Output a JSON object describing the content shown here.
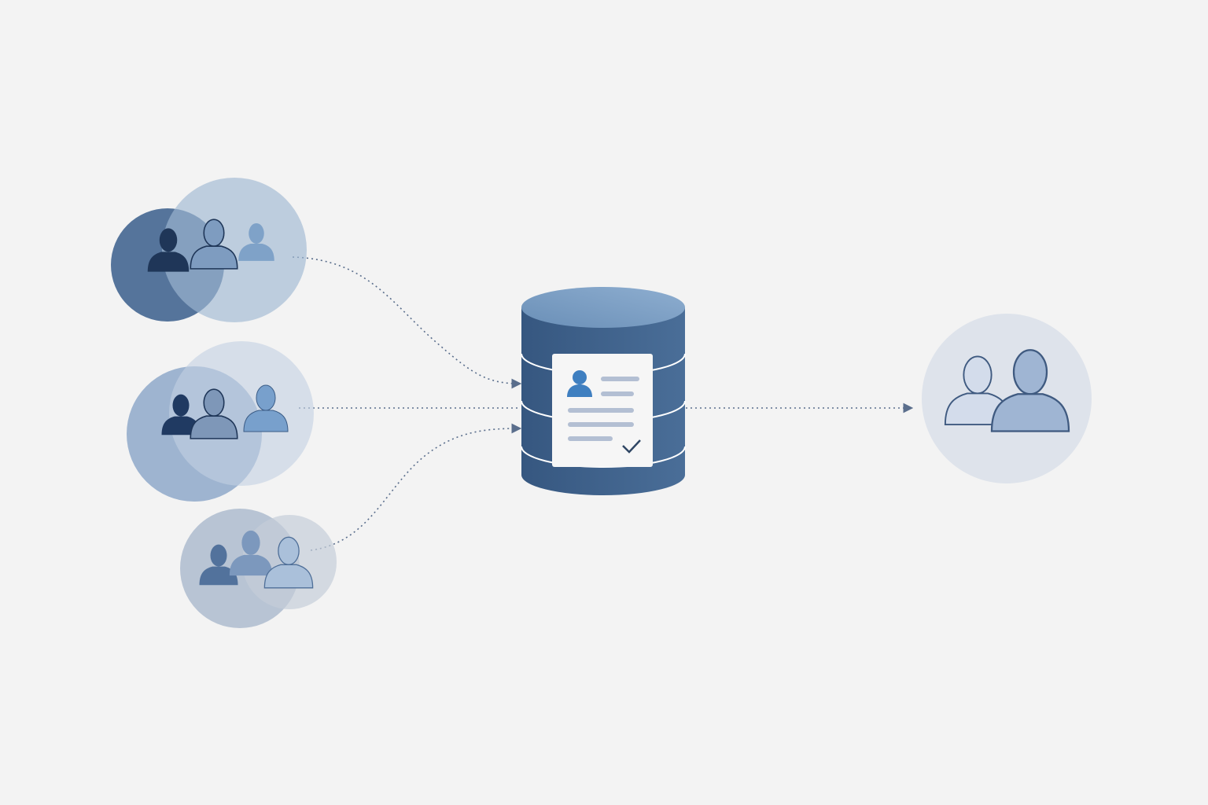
{
  "colors": {
    "background": "#f3f3f3",
    "database": "#3d5f88",
    "database_top": "#7c9fc3",
    "connector": "#5a6e8c",
    "card": "#f7f7f7",
    "card_line": "#b3bfd3",
    "avatar_accent": "#3f7fc0",
    "check": "#2f4664"
  },
  "diagram": {
    "sources": [
      {
        "icon": "user-group-icon",
        "people": 3
      },
      {
        "icon": "user-group-icon",
        "people": 3
      },
      {
        "icon": "user-group-icon",
        "people": 3
      }
    ],
    "hub": {
      "icon": "database-icon",
      "card_icon": "profile-document-icon",
      "status_icon": "checkmark-icon"
    },
    "target": {
      "icon": "user-pair-icon",
      "people": 2
    }
  }
}
